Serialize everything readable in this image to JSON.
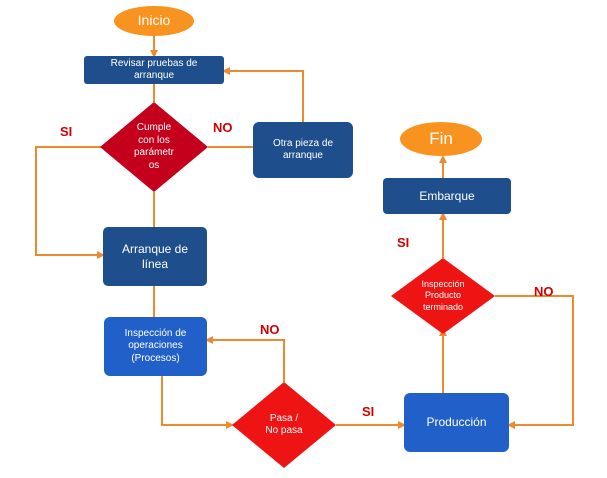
{
  "colors": {
    "arrow": "#ee8a2e",
    "terminal_fill": "#f7931e",
    "process_dark": "#1f4e8c",
    "process_blue": "#2060c8",
    "decision_dark_red": "#c4001c",
    "decision_red": "#ee1414",
    "label_red": "#d40000"
  },
  "nodes": {
    "start": "Inicio",
    "review_tests": "Revisar pruebas de\narranque",
    "meets_params": "Cumple\ncon los\nparámetr\nos",
    "other_piece": "Otra pieza de\narranque",
    "line_start": "Arranque de\nlínea",
    "ops_inspection": "Inspección de\noperaciones\n(Procesos)",
    "pass_fail": "Pasa /\nNo pasa",
    "production": "Producción",
    "finished_inspection": "Inspección\nProducto\nterminado",
    "shipment": "Embarque",
    "end": "Fin"
  },
  "edge_labels": {
    "si_params": "SI",
    "no_params": "NO",
    "no_passfail": "NO",
    "si_passfail": "SI",
    "si_finished": "SI",
    "no_finished": "NO"
  }
}
